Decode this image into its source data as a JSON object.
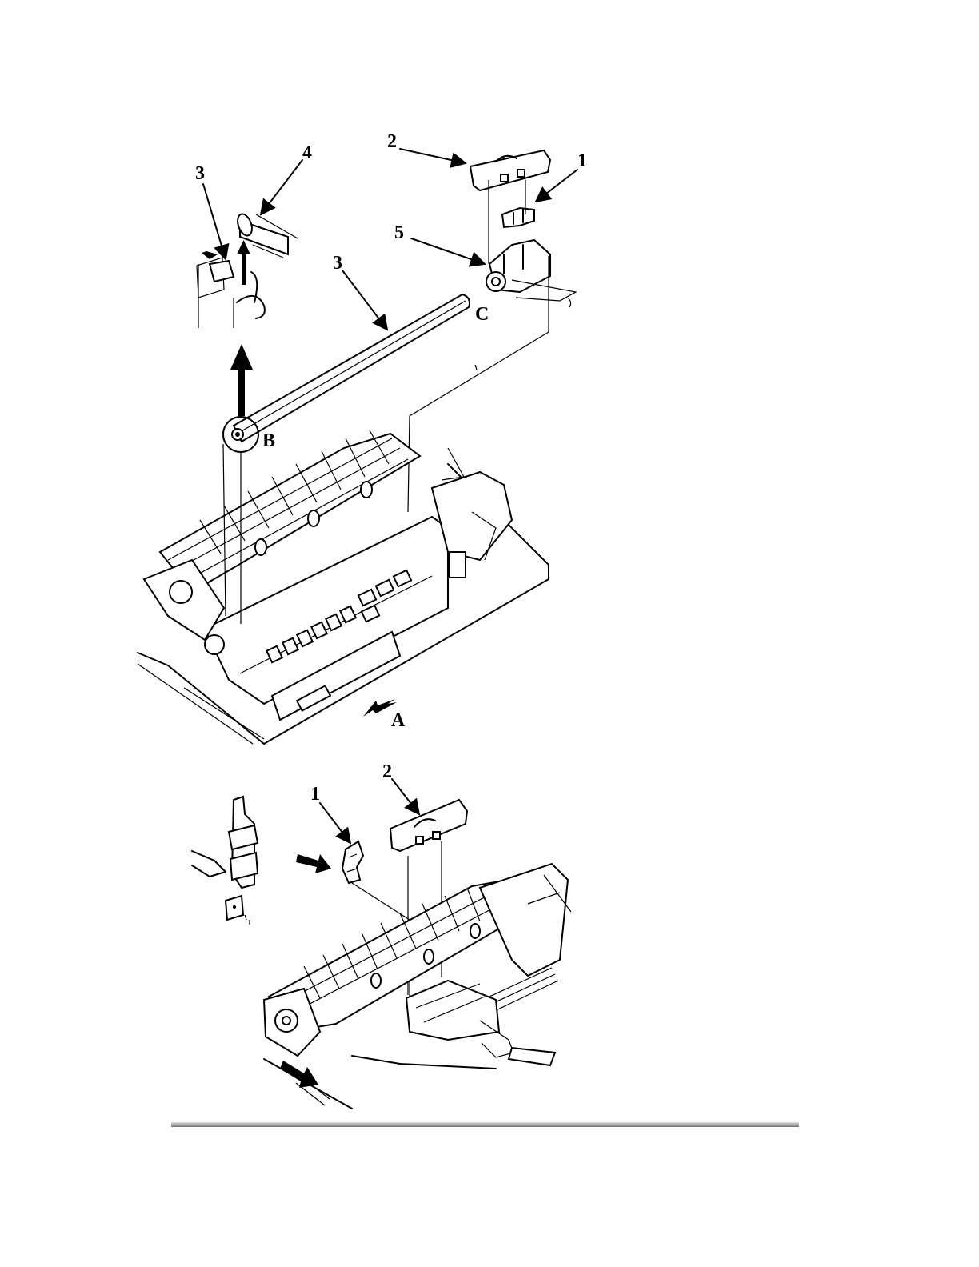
{
  "figure": {
    "upper_view": {
      "callouts": {
        "c1": "1",
        "c2": "2",
        "c3a": "3",
        "c3b": "3",
        "c4": "4",
        "c5": "5"
      },
      "detail_labels": {
        "a": "A",
        "b": "B",
        "c": "C"
      }
    },
    "lower_view": {
      "callouts": {
        "c1": "1",
        "c2": "2"
      }
    }
  }
}
